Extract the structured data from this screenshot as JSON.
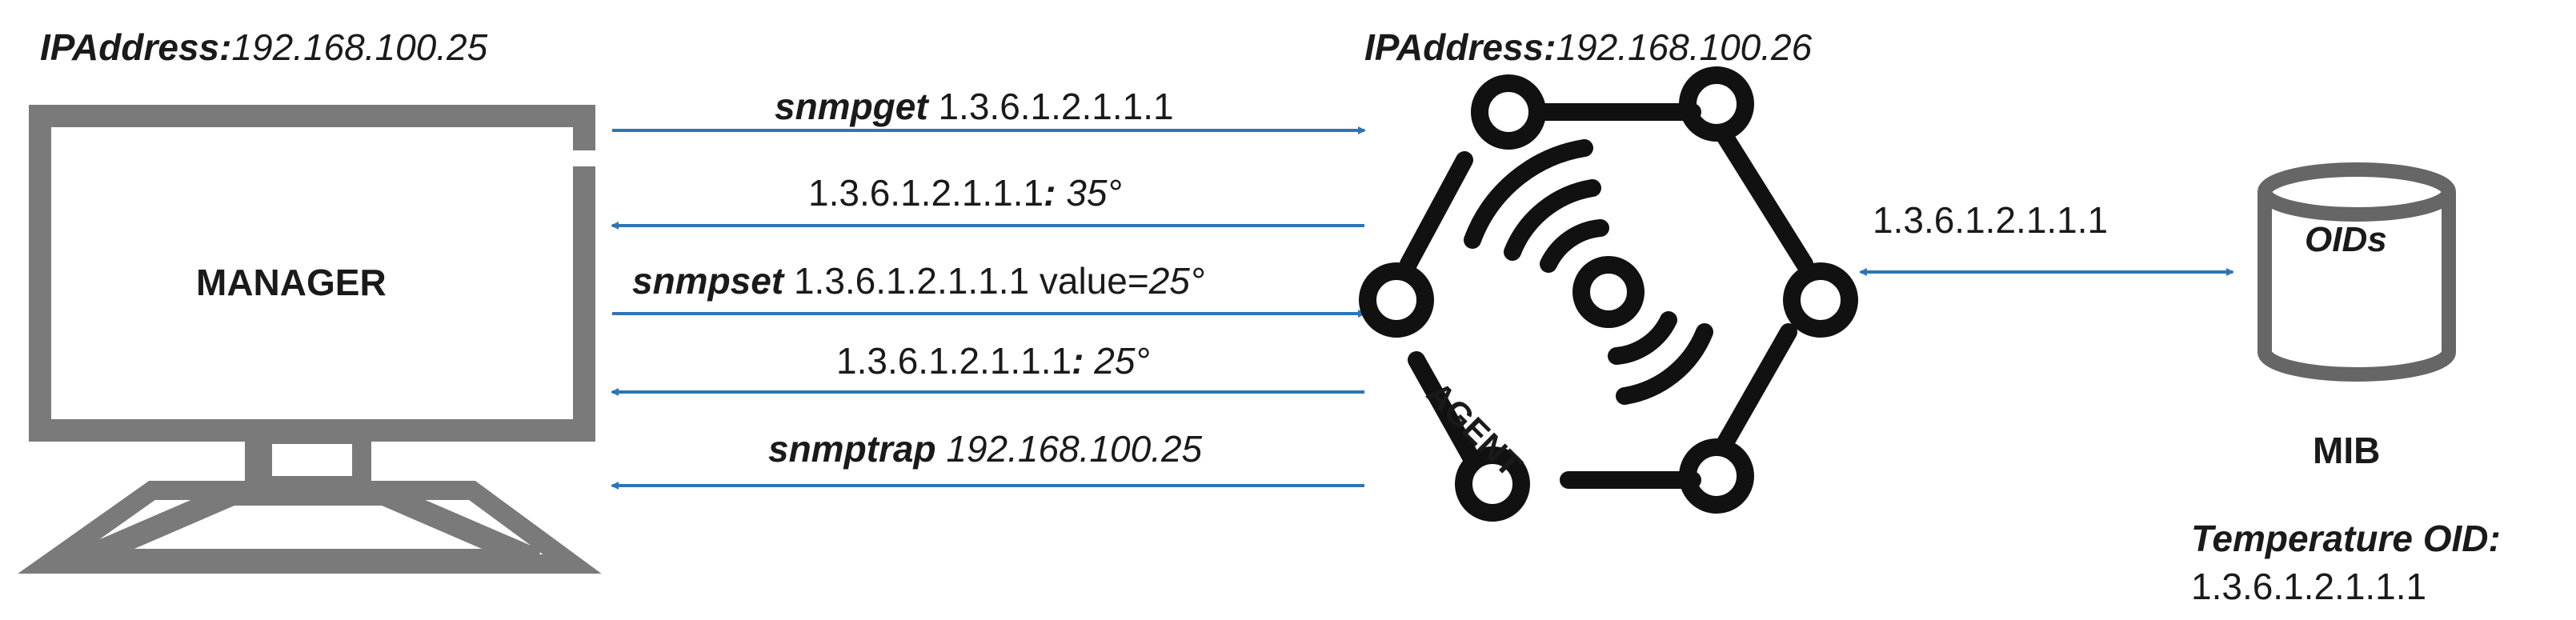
{
  "manager": {
    "label": "MANAGER",
    "ip_prefix": "IPAddress:",
    "ip_value": "192.168.100.25"
  },
  "agent": {
    "label": "AGENT",
    "ip_prefix": "IPAddress:",
    "ip_value": "192.168.100.26"
  },
  "messages": [
    {
      "cmd": "snmpget",
      "rest": " 1.3.6.1.2.1.1.1",
      "direction": "to-agent"
    },
    {
      "oid": "1.3.6.1.2.1.1.1",
      "sep": ":",
      "value": " 35°",
      "direction": "to-manager"
    },
    {
      "cmd": "snmpset",
      "rest": " 1.3.6.1.2.1.1.1 value=",
      "value": "25°",
      "direction": "to-agent"
    },
    {
      "oid": "1.3.6.1.2.1.1.1",
      "sep": ":",
      "value": " 25°",
      "direction": "to-manager"
    },
    {
      "cmd": "snmptrap",
      "rest": " 192.168.100.25",
      "direction": "to-manager"
    }
  ],
  "mib_link": {
    "oid": "1.3.6.1.2.1.1.1",
    "direction": "both"
  },
  "mib": {
    "label": "MIB",
    "db_label": "OIDs",
    "temp_title": "Temperature OID:",
    "temp_oid": "1.3.6.1.2.1.1.1"
  },
  "colors": {
    "arrow": "#2e75b6",
    "stroke": "#1a1a1a",
    "monitor": "#7a7a7a"
  },
  "icons": [
    "monitor-icon",
    "agent-network-icon",
    "wireless-signal-icon",
    "database-icon"
  ]
}
